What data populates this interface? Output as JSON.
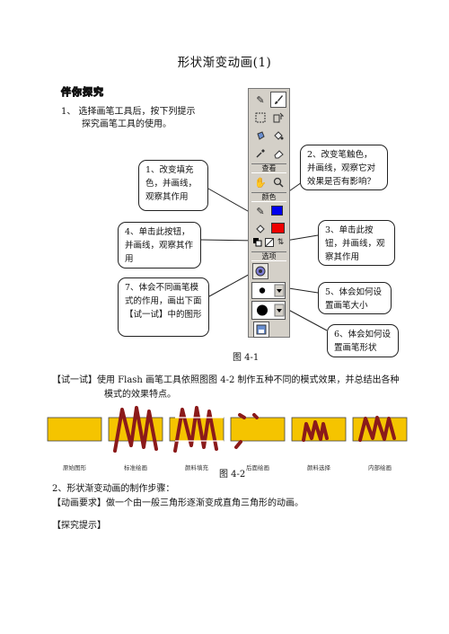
{
  "title": "形状渐变动画(1)",
  "section_heading": "伴你探究",
  "step1": {
    "line1": "1、 选择画笔工具后，按下列提示",
    "line2": "探究画笔工具的使用。"
  },
  "toolbar": {
    "view_label": "查看",
    "colors_label": "颜色",
    "options_label": "选项"
  },
  "callouts": {
    "c1": "1、改变填充色，并画线，观察其作用",
    "c2": "2、改变笔触色，并画线，观察它对效果是否有影响？",
    "c3": "3、单击此按钮，并画线，观察其作用",
    "c4": "4、单击此按钮，并画线，观察其作用",
    "c5": "5、体会如何设置画笔大小",
    "c6": "6、体会如何设置画笔形状",
    "c7": "7、体会不同画笔模式的作用，画出下面【试一试】中的图形"
  },
  "figure1_caption": "图 4-1",
  "try_it": {
    "line1": "【试一试】使用 Flash 画笔工具依照图图 4-2 制作五种不同的模式效果，并总结出各种",
    "line2": "模式的效果特点。"
  },
  "effects": {
    "labels": [
      "原始图形",
      "标准绘画",
      "颜料填充",
      "后面绘画",
      "颜料选择",
      "内部绘画"
    ],
    "box_color": "#f5c400",
    "stroke_color": "#8b1a1a"
  },
  "figure2_caption": "图 4-2",
  "step2": {
    "heading": "2、形状渐变动画的制作步骤：",
    "requirement": "【动画要求】做一个由一般三角形逐渐变成直角三角形的动画。",
    "hint": "【探究提示】"
  },
  "colors": {
    "stroke_swatch": "#0000ee",
    "fill_swatch": "#ee0000"
  }
}
